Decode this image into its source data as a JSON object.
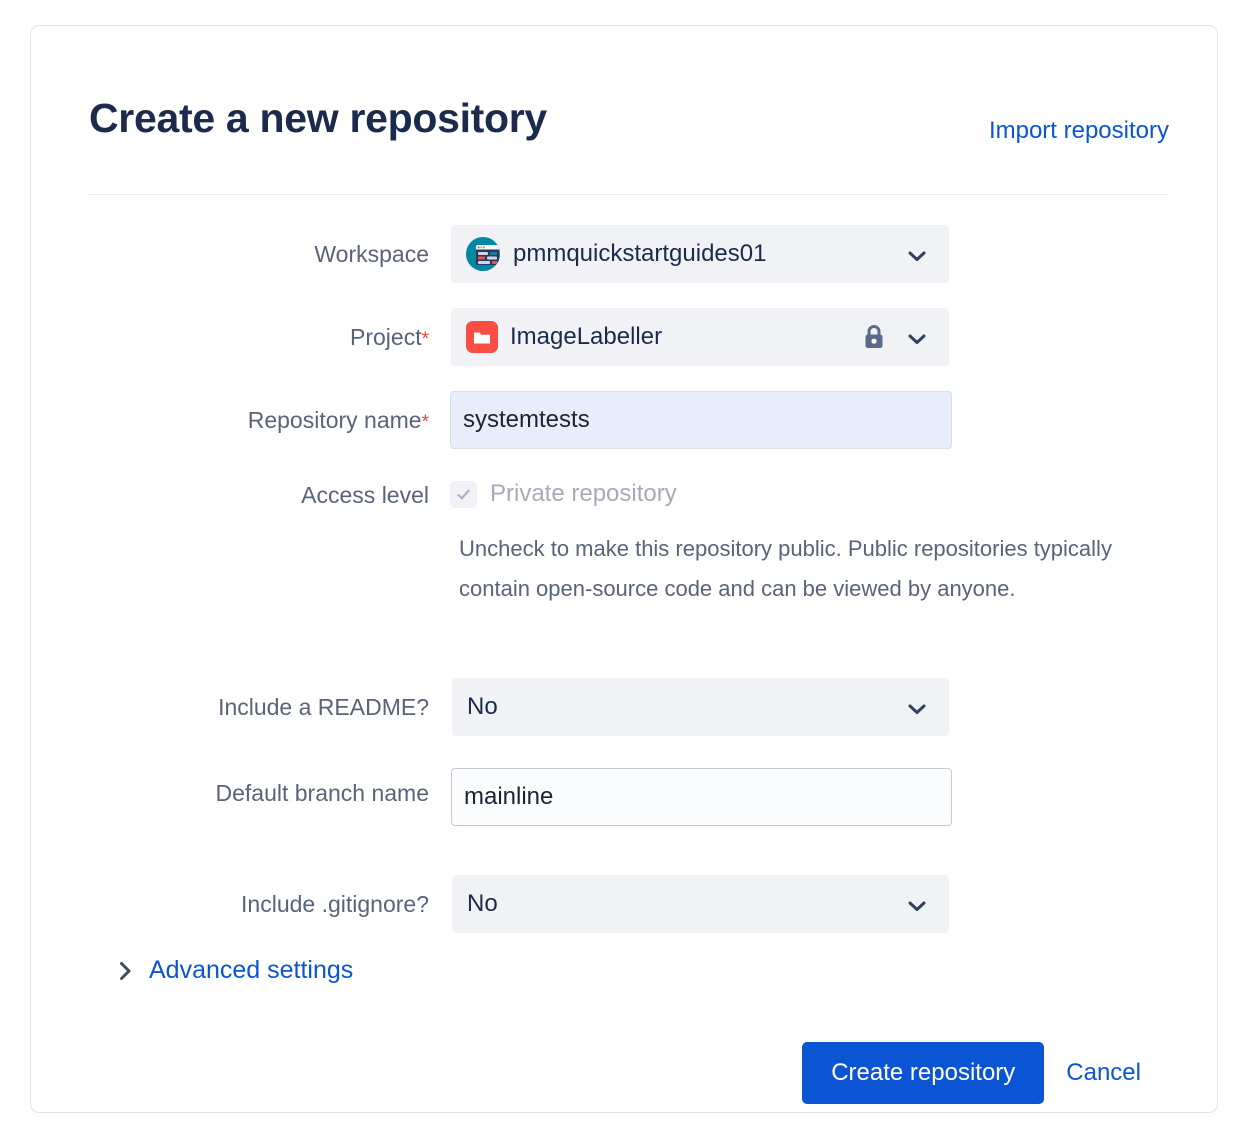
{
  "header": {
    "title": "Create a new repository",
    "import_link": "Import repository"
  },
  "form": {
    "workspace": {
      "label": "Workspace",
      "value": "pmmquickstartguides01",
      "avatar_icon": "workspace-avatar-icon",
      "chevron_icon": "chevron-down-icon",
      "avatar_color": "#0089a0"
    },
    "project": {
      "label": "Project",
      "required": "*",
      "value": "ImageLabeller",
      "avatar_icon": "project-folder-icon",
      "lock_icon": "lock-icon",
      "chevron_icon": "chevron-down-icon",
      "avatar_color": "#fa4e45"
    },
    "repository_name": {
      "label": "Repository name",
      "required": "*",
      "value": "systemtests",
      "placeholder": ""
    },
    "access_level": {
      "label": "Access level",
      "checkbox_label": "Private repository",
      "checked": true,
      "disabled": true,
      "check_icon": "checkmark-icon",
      "help_text": "Uncheck to make this repository public. Public repositories typically contain open-source code and can be viewed by anyone."
    },
    "include_readme": {
      "label": "Include a README?",
      "value": "No",
      "chevron_icon": "chevron-down-icon"
    },
    "default_branch": {
      "label": "Default branch name",
      "value": "mainline",
      "placeholder": ""
    },
    "include_gitignore": {
      "label": "Include .gitignore?",
      "value": "No",
      "chevron_icon": "chevron-down-icon"
    },
    "advanced_settings": {
      "label": "Advanced settings",
      "chevron_icon": "chevron-right-icon",
      "expanded": false
    }
  },
  "footer": {
    "submit_label": "Create repository",
    "cancel_label": "Cancel"
  },
  "colors": {
    "accent_blue": "#0b55d4",
    "title_navy": "#1c2b4b",
    "label_grey": "#5a6379",
    "required_red": "#e34935",
    "field_grey": "#f1f2f5",
    "highlight_blue": "#e7edfb"
  }
}
